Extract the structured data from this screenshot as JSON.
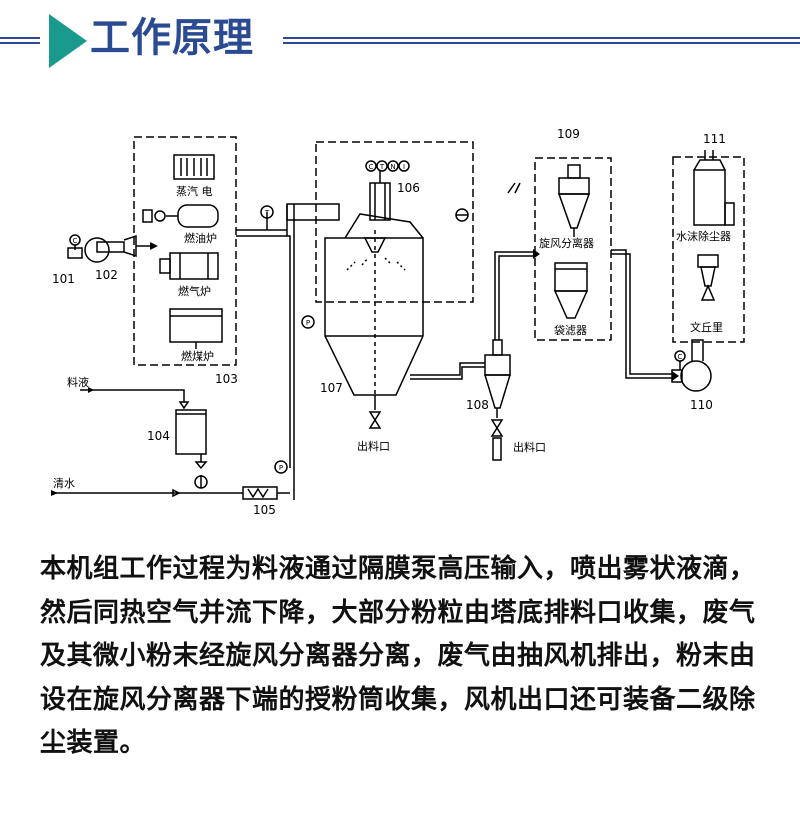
{
  "header": {
    "title": "工作原理"
  },
  "diagram": {
    "labels": {
      "n101": "101",
      "n102": "102",
      "n103": "103",
      "n104": "104",
      "n105": "105",
      "n106": "106",
      "n107": "107",
      "n108": "108",
      "n109": "109",
      "n110": "110",
      "n111": "111",
      "steam_elec": "蒸汽 电",
      "oil_furnace": "燃油炉",
      "gas_furnace": "燃气炉",
      "coal_furnace": "燃煤炉",
      "feed_liquid": "料液",
      "clean_water": "清水",
      "outlet_1": "出料口",
      "outlet_2": "出料口",
      "cyclone": "旋风分离器",
      "bag_filter": "袋滤器",
      "water_dust": "水沫除尘器",
      "venturi": "文丘里"
    }
  },
  "description": "本机组工作过程为料液通过隔膜泵高压输入，喷出雾状液滴，然后同热空气并流下降，大部分粉粒由塔底排料口收集，废气及其微小粉末经旋风分离器分离，废气由抽风机排出，粉末由设在旋风分离器下端的授粉筒收集，风机出口还可装备二级除尘装置。"
}
